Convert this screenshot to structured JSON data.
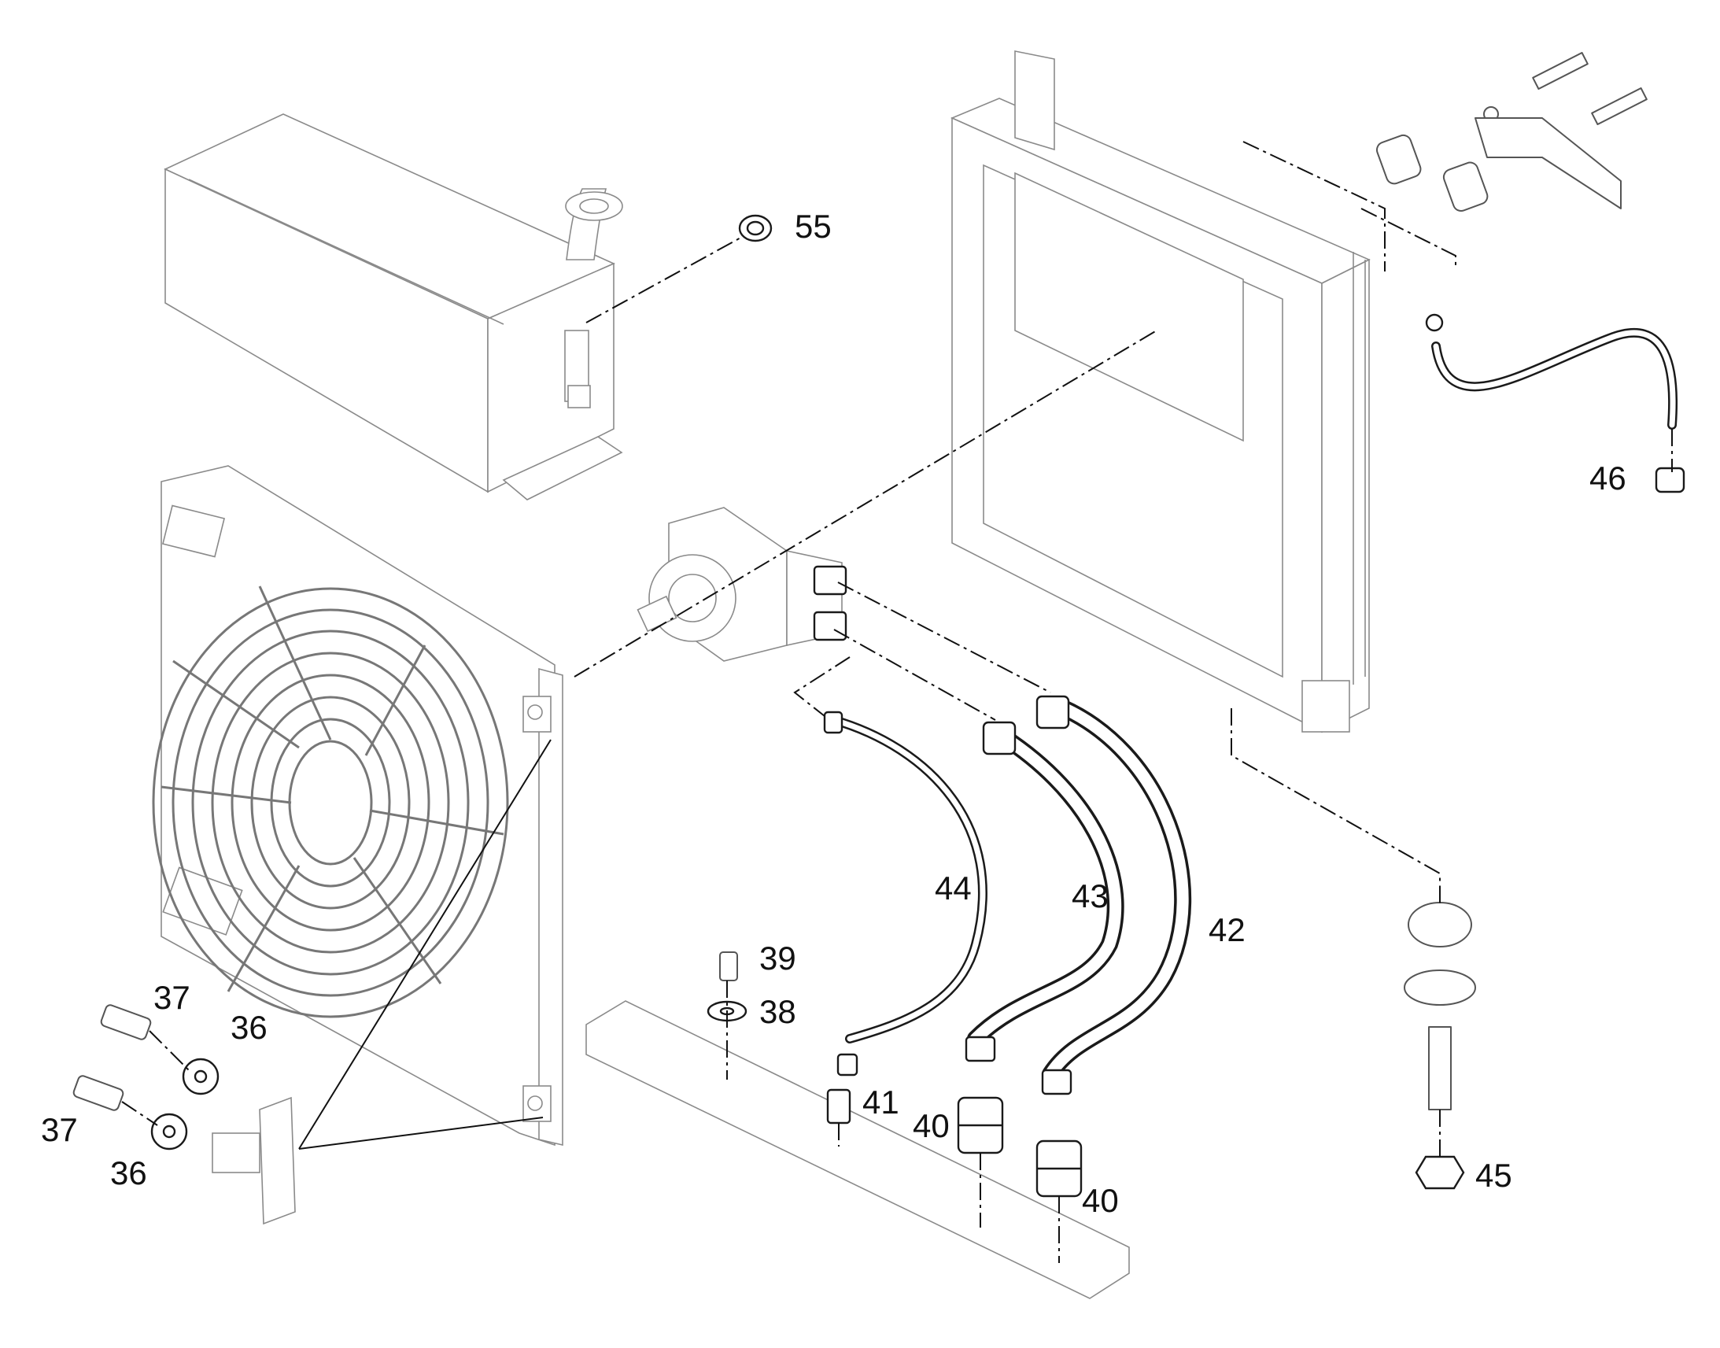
{
  "callouts": {
    "p55": "55",
    "p46": "46",
    "p44": "44",
    "p43": "43",
    "p42": "42",
    "p39": "39",
    "p38": "38",
    "p37a": "37",
    "p36a": "36",
    "p37b": "37",
    "p36b": "36",
    "p41": "41",
    "p40a": "40",
    "p40b": "40",
    "p45": "45"
  }
}
